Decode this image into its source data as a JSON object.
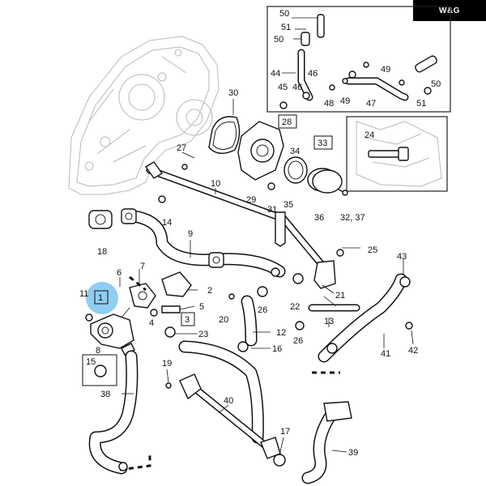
{
  "watermark": "W&G",
  "highlight": {
    "label": "1",
    "color": "#7ec3ee"
  },
  "boxed_labels": {
    "box_3": "3",
    "box_15": "15",
    "box_28": "28",
    "box_33": "33"
  },
  "callouts": {
    "c2": "2",
    "c4": "4",
    "c5": "5",
    "c6": "6",
    "c7": "7",
    "c8": "8",
    "c9": "9",
    "c10": "10",
    "c11": "11",
    "c12": "12",
    "c13": "13",
    "c14": "14",
    "c16": "16",
    "c17": "17",
    "c18": "18",
    "c19": "19",
    "c20": "20",
    "c21": "21",
    "c22": "22",
    "c23": "23",
    "c24": "24",
    "c25": "25",
    "c26a": "26",
    "c26b": "26",
    "c27": "27",
    "c29": "29",
    "c30": "30",
    "c31": "31",
    "c32_37": "32, 37",
    "c34": "34",
    "c35": "35",
    "c36": "36",
    "c38": "38",
    "c39": "39",
    "c40": "40",
    "c41": "41",
    "c42": "42",
    "c43": "43",
    "c44": "44",
    "c45": "45",
    "c46a": "46",
    "c46b": "46",
    "c47": "47",
    "c48": "48",
    "c49a": "49",
    "c49b": "49",
    "c50a": "50",
    "c50b": "50",
    "c50c": "50",
    "c51a": "51",
    "c51b": "51"
  }
}
